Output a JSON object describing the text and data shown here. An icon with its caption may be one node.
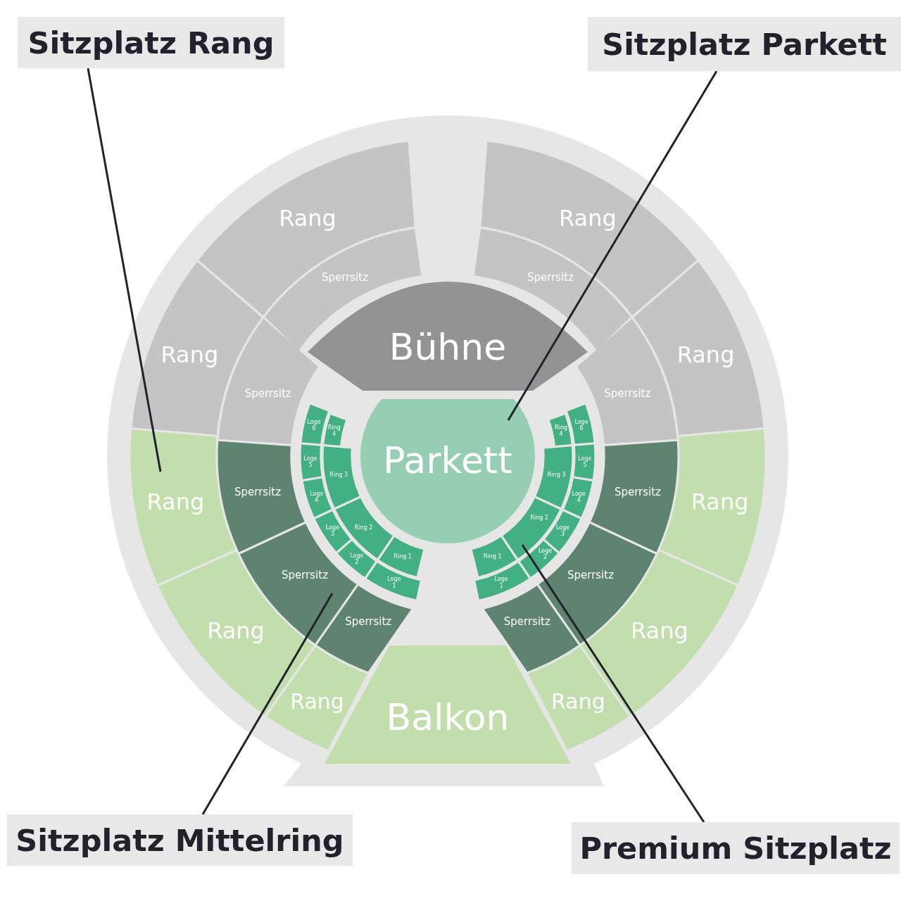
{
  "diagram": {
    "nodes": [
      {
        "text": [
          "Sitzplatz Rang"
        ]
      },
      {
        "text": [
          "Sitzplatz Parkett"
        ]
      },
      {
        "text": [
          "Rang"
        ]
      },
      {
        "text": [
          "Rang"
        ]
      },
      {
        "text": [
          "Sperrsitz"
        ]
      },
      {
        "text": [
          "Sperrsitz"
        ]
      },
      {
        "text": [
          "Bühne"
        ]
      },
      {
        "text": [
          "Rang"
        ]
      },
      {
        "text": [
          "Rang"
        ]
      },
      {
        "text": [
          "Sperrsitz"
        ]
      },
      {
        "text": [
          "Sperrsitz"
        ]
      },
      {
        "text": [
          "Loge 6"
        ]
      },
      {
        "text": [
          "Ring 4"
        ]
      },
      {
        "text": [
          "Ring 4"
        ]
      },
      {
        "text": [
          "Loge 6"
        ]
      },
      {
        "text": [
          "Parkett"
        ]
      },
      {
        "text": [
          "Loge 5"
        ]
      },
      {
        "text": [
          "Ring 3"
        ]
      },
      {
        "text": [
          "Ring 3"
        ]
      },
      {
        "text": [
          "Loge 5"
        ]
      },
      {
        "text": [
          "Sperrsitz"
        ]
      },
      {
        "text": [
          "Sperrsitz"
        ]
      },
      {
        "text": [
          "Rang"
        ]
      },
      {
        "text": [
          "Rang"
        ]
      },
      {
        "text": [
          "Loge 4"
        ]
      },
      {
        "text": [
          "Loge 4"
        ]
      },
      {
        "text": [
          "Loge 3"
        ]
      },
      {
        "text": [
          "Ring 2"
        ]
      },
      {
        "text": [
          "Ring 2"
        ]
      },
      {
        "text": [
          "Loge 3"
        ]
      },
      {
        "text": [
          "Ring 1"
        ]
      },
      {
        "text": [
          "Loge 2"
        ]
      },
      {
        "text": [
          "Loge 2"
        ]
      },
      {
        "text": [
          "Ring 1"
        ]
      },
      {
        "text": [
          "Loge 1"
        ]
      },
      {
        "text": [
          "Loge 1"
        ]
      },
      {
        "text": [
          "Sperrsitz"
        ]
      },
      {
        "text": [
          "Sperrsitz"
        ]
      },
      {
        "text": [
          "Rang"
        ]
      },
      {
        "text": [
          "Rang"
        ]
      },
      {
        "text": [
          "Sperrsitz"
        ]
      },
      {
        "text": [
          "Sperrsitz"
        ]
      },
      {
        "text": [
          "Rang"
        ]
      },
      {
        "text": [
          "Rang"
        ]
      },
      {
        "text": [
          "Balkon"
        ]
      },
      {
        "text": [
          "Sitzplatz Mittelring"
        ]
      },
      {
        "text": [
          "Premium Sitzplatz"
        ]
      }
    ],
    "edges": [
      {
        "from": 0,
        "to": 22,
        "arrow": "none"
      },
      {
        "from": 1,
        "to": 15,
        "arrow": "none"
      },
      {
        "from": 45,
        "to": 36,
        "arrow": "none"
      },
      {
        "from": 46,
        "to": 28,
        "arrow": "none"
      }
    ]
  }
}
